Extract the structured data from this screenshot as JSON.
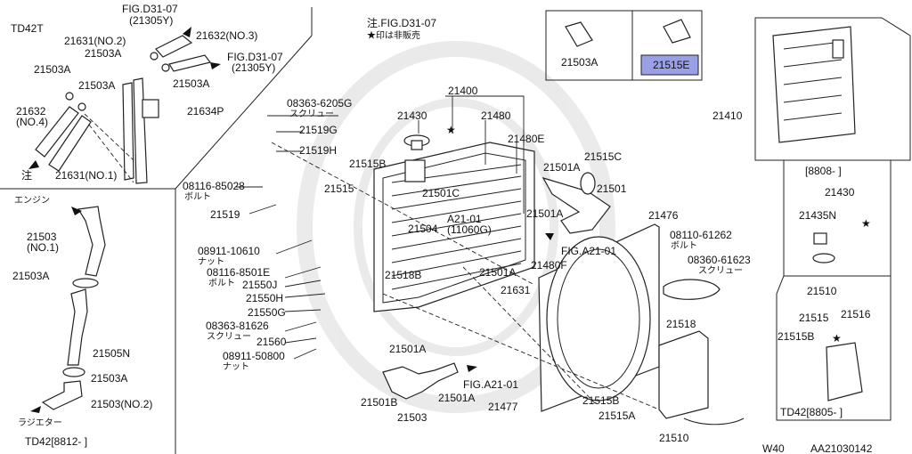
{
  "labels": {
    "td42t": "TD42T",
    "fig_d31_top": "FIG.D31-07",
    "fig_d31_top_sub": "(21305Y)",
    "p21631_no2": "21631(NO.2)",
    "p21632_no3": "21632(NO.3)",
    "p21503a_1": "21503A",
    "fig_d31_right": "FIG.D31-07",
    "fig_d31_right_sub": "(21305Y)",
    "p21503a_2": "21503A",
    "p21503a_3": "21503A",
    "p21503a_4": "21503A",
    "p21632_no4": "21632",
    "p21632_no4_sub": "(NO.4)",
    "p21634p": "21634P",
    "chu": "注",
    "p21631_no1": "21631(NO.1)",
    "engine": "エンジン",
    "p21503_no1": "21503",
    "p21503_no1_sub": "(NO.1)",
    "p21503a_5": "21503A",
    "p21505n": "21505N",
    "p21503a_6": "21503A",
    "p21503_no2": "21503(NO.2)",
    "radiator": "ラジエター",
    "td42_8812": "TD42[8812-   ]",
    "note1": "注.FIG.D31-07",
    "note2": "★印は非販売",
    "b08363_6205g": "08363-6205G",
    "screw1": "スクリュー",
    "p21519g": "21519G",
    "p21519h": "21519H",
    "b08116_85028": "08116-85028",
    "bolt1": "ボルト",
    "p21519": "21519",
    "b08911_10610": "08911-10610",
    "nut1": "ナット",
    "b08116_8501e": "08116-8501E",
    "bolt2": "ボルト",
    "p21550j": "21550J",
    "p21550h": "21550H",
    "p21550g": "21550G",
    "b08363_81626": "08363-81626",
    "screw2": "スクリュー",
    "p21560": "21560",
    "b08911_50800": "08911-50800",
    "nut2": "ナット",
    "p21400": "21400",
    "p21430": "21430",
    "p21480": "21480",
    "p21480e": "21480E",
    "p21515b_1": "21515B",
    "p21515": "21515",
    "p21501c": "21501C",
    "a21_01": "A21-01",
    "a21_01_sub": "(11060G)",
    "p21504": "21504",
    "p21518b": "21518B",
    "p21501a_1": "21501A",
    "p21515c": "21515C",
    "p21501": "21501",
    "p21501a_2": "21501A",
    "fig_a21_01_a": "FIG.A21-01",
    "p21480f": "21480F",
    "p21501a_3": "21501A",
    "p21631": "21631",
    "p21501a_4": "21501A",
    "p21501b": "21501B",
    "p21503": "21503",
    "p21501a_5": "21501A",
    "fig_a21_01_b": "FIG.A21-01",
    "p21477": "21477",
    "p21515b_2": "21515B",
    "p21515a": "21515A",
    "p21476": "21476",
    "b08110_61262": "08110-61262",
    "bolt3": "ボルト",
    "b08360_61623": "08360-61623",
    "screw3": "スクリュー",
    "p21518": "21518",
    "p21510": "21510",
    "inset_21503a": "21503A",
    "inset_21515e": "21515E",
    "p21410": "21410",
    "r8808": "[8808-   ]",
    "r21430": "21430",
    "r21435n": "21435N",
    "r21510": "21510",
    "r21515": "21515",
    "r21516": "21516",
    "r21515b": "21515B",
    "td42_8805": "TD42[8805-   ]",
    "w40": "W40",
    "diagram_code": "AA21030142"
  },
  "highlight": {
    "part": "21515E",
    "color": "#9aa0e6"
  }
}
